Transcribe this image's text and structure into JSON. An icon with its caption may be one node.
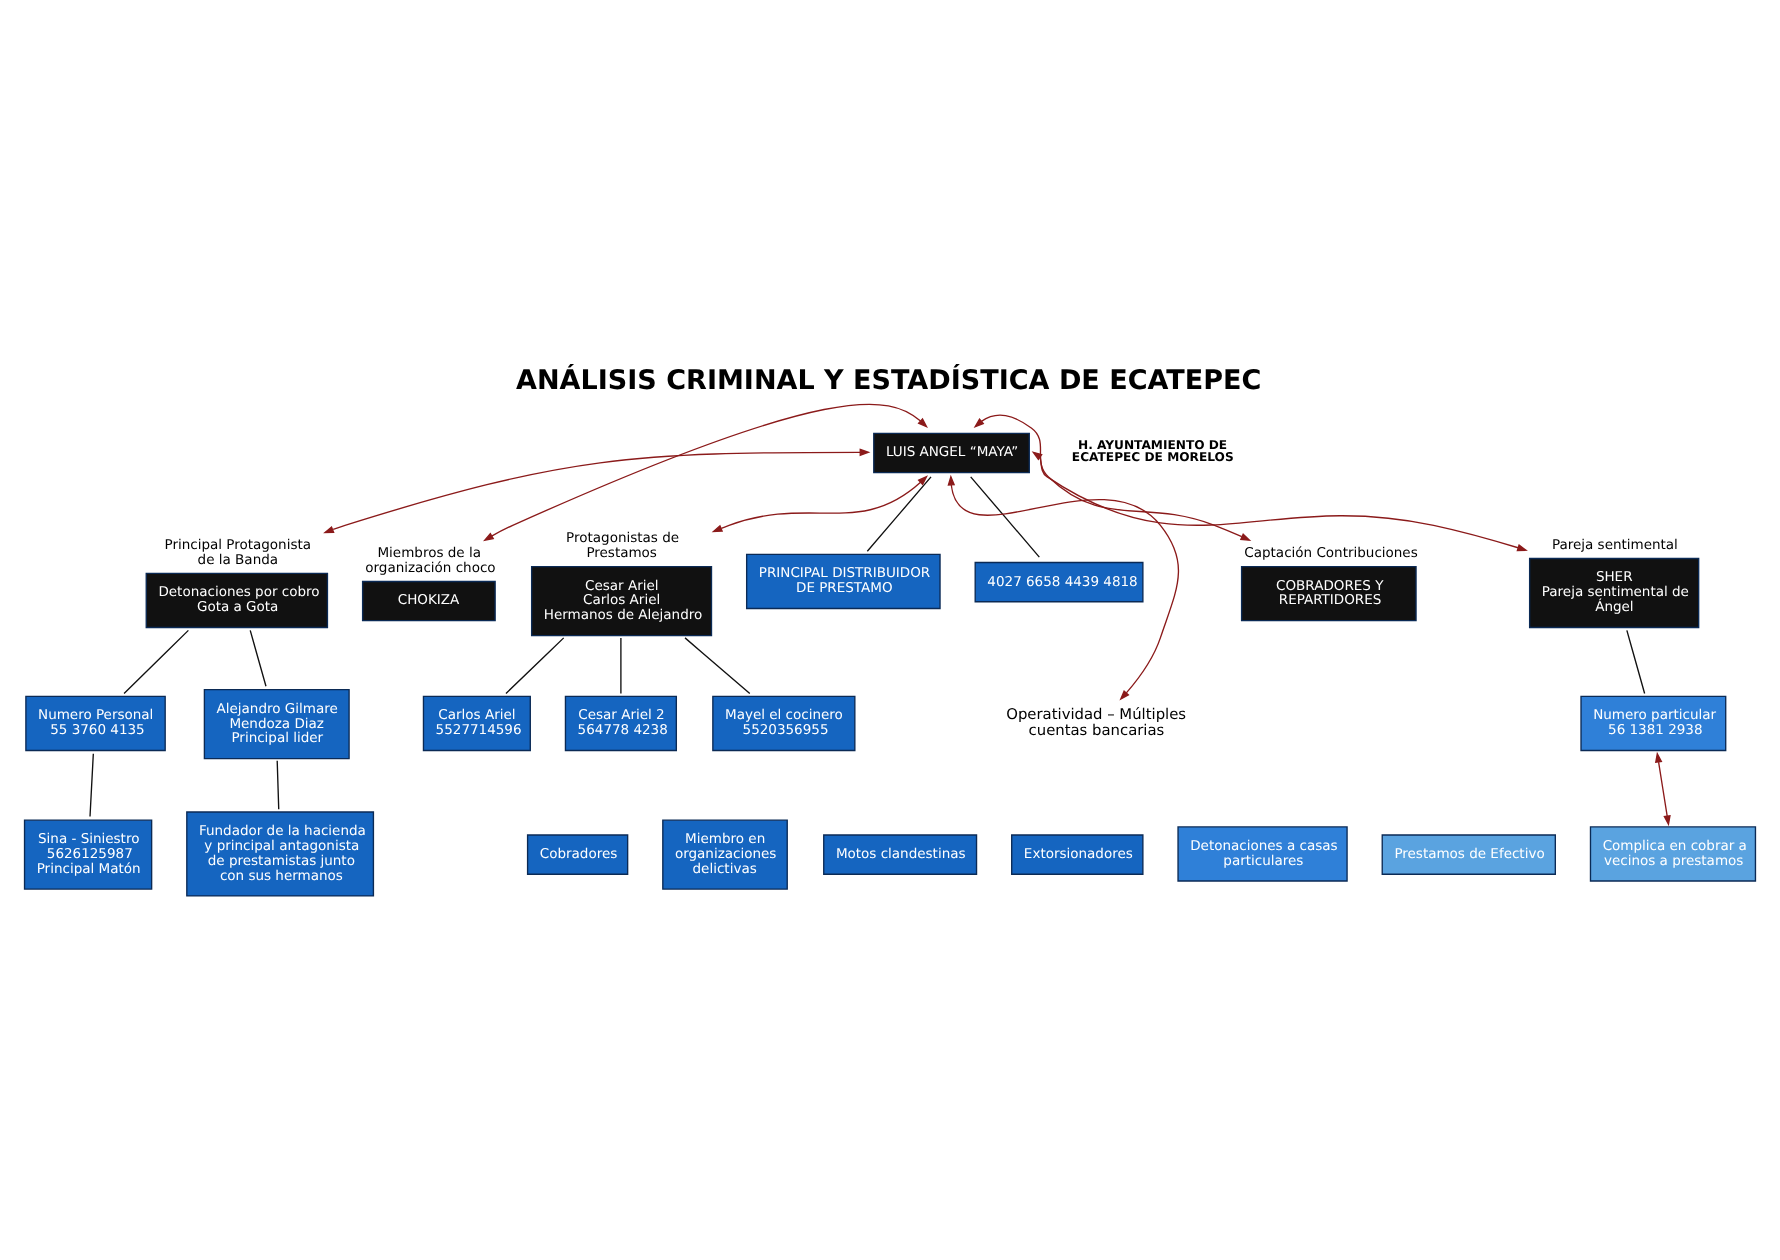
{
  "diagram": {
    "title": "ANÁLISIS CRIMINAL Y ESTADÍSTICA DE ECATEPEC",
    "nodes": [
      {
        "text": [
          "Principal Protagonista de la Banda",
          "Detonaciones por cobro Gota a Gota"
        ]
      },
      {
        "text": [
          "Alejandro Gilmare Mendoza Diaz",
          "Principal lider"
        ]
      },
      {
        "text": [
          "Numero Personal",
          "55 3760 4135"
        ]
      },
      {
        "text": [
          "Fundador de la hacienda y principal antagonista de prestamistas junto con sus hermanos"
        ]
      },
      {
        "text": [
          "Sina - Siniestro",
          "5626125987",
          "Principal Matón"
        ]
      },
      {
        "text": [
          "Miembros de la organización choco",
          "CHOKIZA"
        ]
      },
      {
        "text": [
          "Captación Contribuciones",
          "COBRADORES Y REPARTIDORES"
        ]
      },
      {
        "text": [
          "Pareja sentimental",
          "SHER",
          "Pareja sentimental de Ángel"
        ]
      },
      {
        "text": [
          "LUIS ANGEL “MAYA”"
        ]
      },
      {
        "text": [
          "PRINCIPAL DISTRIBUIDOR DE PRESTAMO"
        ]
      },
      {
        "text": [
          "4027 6658 4439 4818"
        ]
      },
      {
        "text": [
          "Numero particular",
          "56 1381 2938"
        ]
      },
      {
        "text": [
          "Protagonistas de Prestamos",
          "Cesar Ariel",
          "Carlos Ariel",
          "Hermanos de Alejandro"
        ]
      },
      {
        "text": [
          "Carlos Ariel",
          "5527714596"
        ]
      },
      {
        "text": [
          "Cesar Ariel 2",
          "564778 4238"
        ]
      },
      {
        "text": [
          "Mayel el cocinero",
          "5520356955"
        ]
      },
      {
        "text": [
          "Operatividad – Múltiples cuentas bancarias"
        ]
      },
      {
        "text": [
          "Cobradores"
        ]
      },
      {
        "text": [
          "Miembro en organizaciones delictivas"
        ]
      },
      {
        "text": [
          "Motos clandestinas"
        ]
      },
      {
        "text": [
          "Extorsionadores"
        ]
      },
      {
        "text": [
          "Detonaciones a casas particulares"
        ]
      },
      {
        "text": [
          "Prestamos de Efectivo"
        ]
      },
      {
        "text": [
          "Complica en cobrar a vecinos a prestamos"
        ]
      }
    ],
    "edges": [
      {
        "from": 0,
        "to": 1,
        "arrow": "none"
      },
      {
        "from": 0,
        "to": 2,
        "arrow": "none"
      },
      {
        "from": 1,
        "to": 3,
        "arrow": "none"
      },
      {
        "from": 2,
        "to": 4,
        "arrow": "none"
      },
      {
        "from": 8,
        "to": 5,
        "arrow": "both",
        "color": "#8b1a1a"
      },
      {
        "from": 8,
        "to": 6,
        "arrow": "both",
        "color": "#8b1a1a"
      },
      {
        "from": 8,
        "to": 0,
        "arrow": "both",
        "color": "#8b1a1a"
      },
      {
        "from": 8,
        "to": 7,
        "arrow": "both",
        "color": "#8b1a1a"
      },
      {
        "from": 8,
        "to": 9,
        "arrow": "none"
      },
      {
        "from": 8,
        "to": 10,
        "arrow": "none"
      },
      {
        "from": 7,
        "to": 11,
        "arrow": "none"
      },
      {
        "from": 8,
        "to": 12,
        "arrow": "both",
        "color": "#8b1a1a"
      },
      {
        "from": 12,
        "to": 13,
        "arrow": "none"
      },
      {
        "from": 12,
        "to": 14,
        "arrow": "none"
      },
      {
        "from": 12,
        "to": 15,
        "arrow": "none"
      },
      {
        "from": 8,
        "to": 16,
        "arrow": "both",
        "color": "#8b1a1a"
      },
      {
        "from": 11,
        "to": 23,
        "arrow": "both",
        "color": "#8b1a1a"
      }
    ],
    "labels": [
      "H. AYUNTAMIENTO DE ECATEPEC DE MORELOS"
    ]
  }
}
